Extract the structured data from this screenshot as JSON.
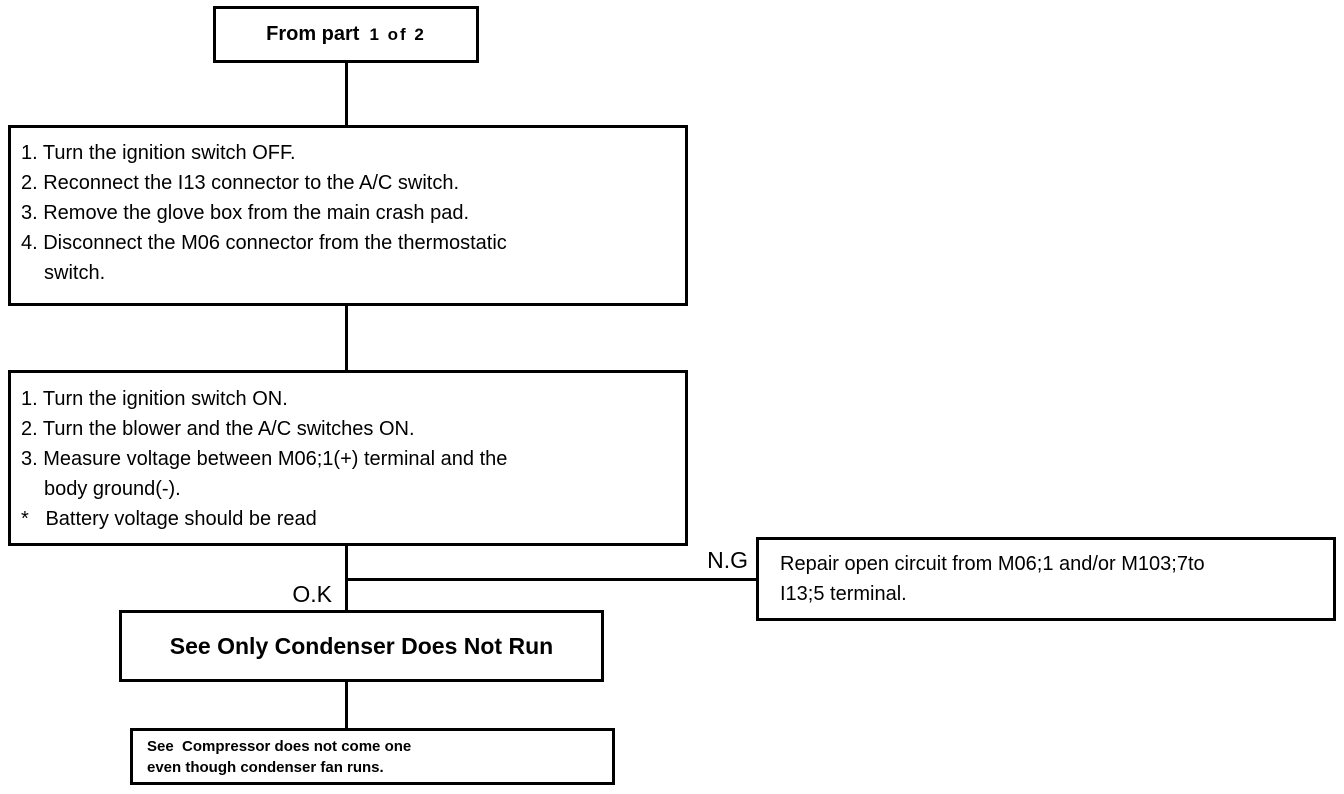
{
  "colors": {
    "ink": "#000000",
    "background": "#ffffff"
  },
  "nodes": {
    "from_part": {
      "label": "From part",
      "part": "1 of 2"
    },
    "prepare_steps": {
      "lines": [
        "1. Turn the ignition switch OFF.",
        "2. Reconnect the I13 connector to the A/C switch.",
        "3. Remove the glove box from the main crash pad.",
        "4. Disconnect the M06 connector from the thermostatic",
        "switch."
      ]
    },
    "measure_steps": {
      "lines": [
        "1. Turn the ignition switch ON.",
        "2. Turn the blower and the A/C switches ON.",
        "3. Measure voltage between M06;1(+) terminal and the",
        "body ground(-).",
        "*   Battery voltage should be read"
      ]
    },
    "repair_action": {
      "lines": [
        "Repair open circuit from M06;1 and/or M103;7to",
        "I13;5 terminal."
      ]
    },
    "ok_result": {
      "label": "See Only Condenser Does Not Run"
    },
    "next_reference": {
      "lines": [
        "See  Compressor does not come one",
        "even though condenser fan runs."
      ]
    }
  },
  "labels": {
    "ok": "O.K",
    "ng": "N.G"
  }
}
